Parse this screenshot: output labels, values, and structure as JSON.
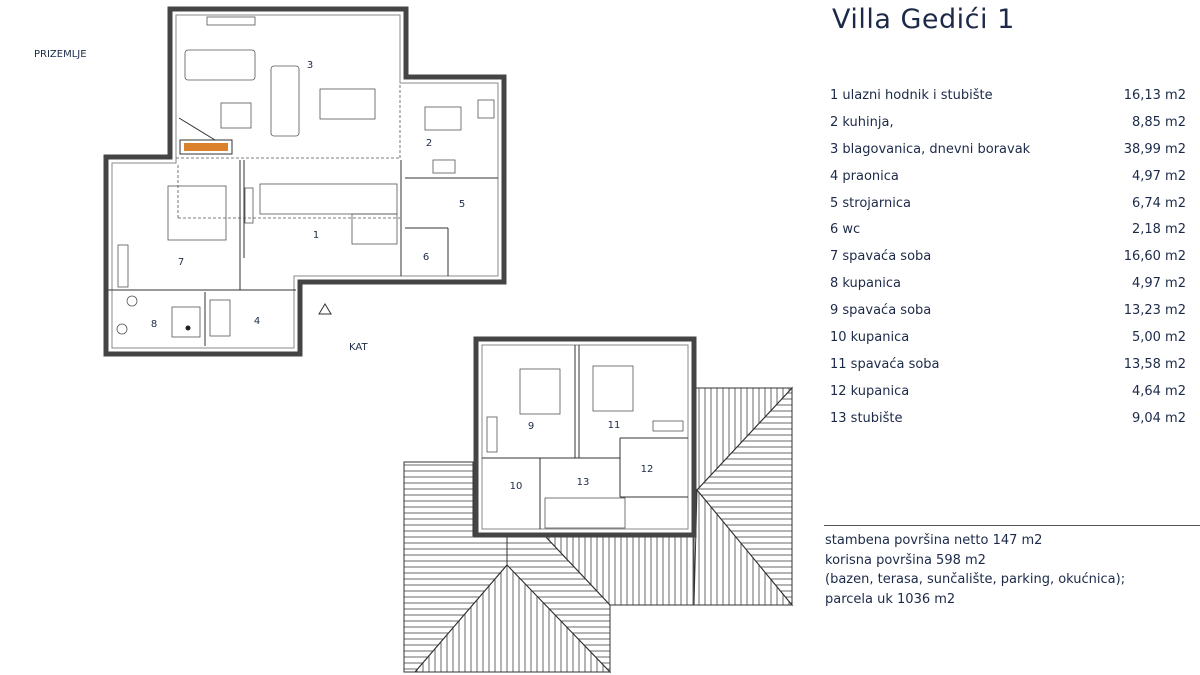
{
  "title": "Villa Gedići 1",
  "floors": {
    "ground": "PRIZEMLJE",
    "upper": "KAT"
  },
  "rooms": [
    {
      "label": "1  ulazni hodnik i stubište",
      "area": "16,13 m2",
      "tag": "1"
    },
    {
      "label": "2  kuhinja,",
      "area": "8,85 m2",
      "tag": "2"
    },
    {
      "label": "3  blagovanica, dnevni boravak",
      "area": "38,99 m2",
      "tag": "3"
    },
    {
      "label": "4  praonica",
      "area": "4,97 m2",
      "tag": "4"
    },
    {
      "label": "5 strojarnica",
      "area": "6,74 m2",
      "tag": "5"
    },
    {
      "label": "6  wc",
      "area": "2,18 m2",
      "tag": "6"
    },
    {
      "label": "7  spavaća soba",
      "area": "16,60 m2",
      "tag": "7"
    },
    {
      "label": "8  kupanica",
      "area": "4,97 m2",
      "tag": "8"
    },
    {
      "label": "9  spavaća soba",
      "area": "13,23 m2",
      "tag": "9"
    },
    {
      "label": "10  kupanica",
      "area": "5,00 m2",
      "tag": "10"
    },
    {
      "label": "11 spavaća soba",
      "area": "13,58 m2",
      "tag": "11"
    },
    {
      "label": "12 kupanica",
      "area": "4,64 m2",
      "tag": "12"
    },
    {
      "label": "13 stubište",
      "area": "9,04 m2",
      "tag": "13"
    }
  ],
  "summary": [
    "stambena površina netto 147 m2",
    "korisna površina 598 m2",
    "(bazen, terasa, sunčalište, parking, okućnica);",
    "parcela uk 1036 m2"
  ],
  "colors": {
    "text": "#1c2a48",
    "fireplace": "#d9822b"
  }
}
